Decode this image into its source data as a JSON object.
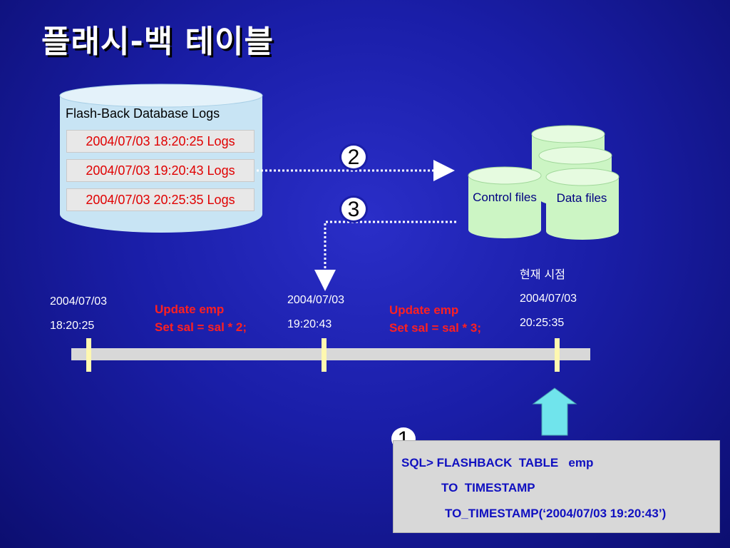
{
  "title": "플래시-백 테이블",
  "database": {
    "label": "Flash-Back Database Logs",
    "logs": [
      "2004/07/03 18:20:25 Logs",
      "2004/07/03 19:20:43 Logs",
      "2004/07/03 20:25:35 Logs"
    ]
  },
  "files": {
    "control": "Control files",
    "data": "Data files"
  },
  "steps": [
    "1",
    "2",
    "3"
  ],
  "timeline": {
    "points": [
      {
        "date": "2004/07/03",
        "time": "18:20:25"
      },
      {
        "date": "2004/07/03",
        "time": "19:20:43"
      },
      {
        "caption": "현재 시점",
        "date": "2004/07/03",
        "time": "20:25:35"
      }
    ],
    "updates": [
      {
        "line1": "Update emp",
        "line2": "Set sal = sal * 2;"
      },
      {
        "line1": "Update emp",
        "line2": "Set sal = sal * 3;"
      }
    ]
  },
  "sql": {
    "line1": "SQL> FLASHBACK  TABLE   emp",
    "line2": "TO  TIMESTAMP",
    "line3": "TO_TIMESTAMP(‘2004/07/03 19:20:43’)"
  },
  "colors": {
    "background": "#1a1ea8",
    "cylinder": "#c8e4f4",
    "file_cylinder": "#ccf5c4",
    "log_text": "#e00000",
    "update_text": "#ff2020",
    "sql_text": "#1010c0",
    "up_arrow": "#70e4ec"
  }
}
